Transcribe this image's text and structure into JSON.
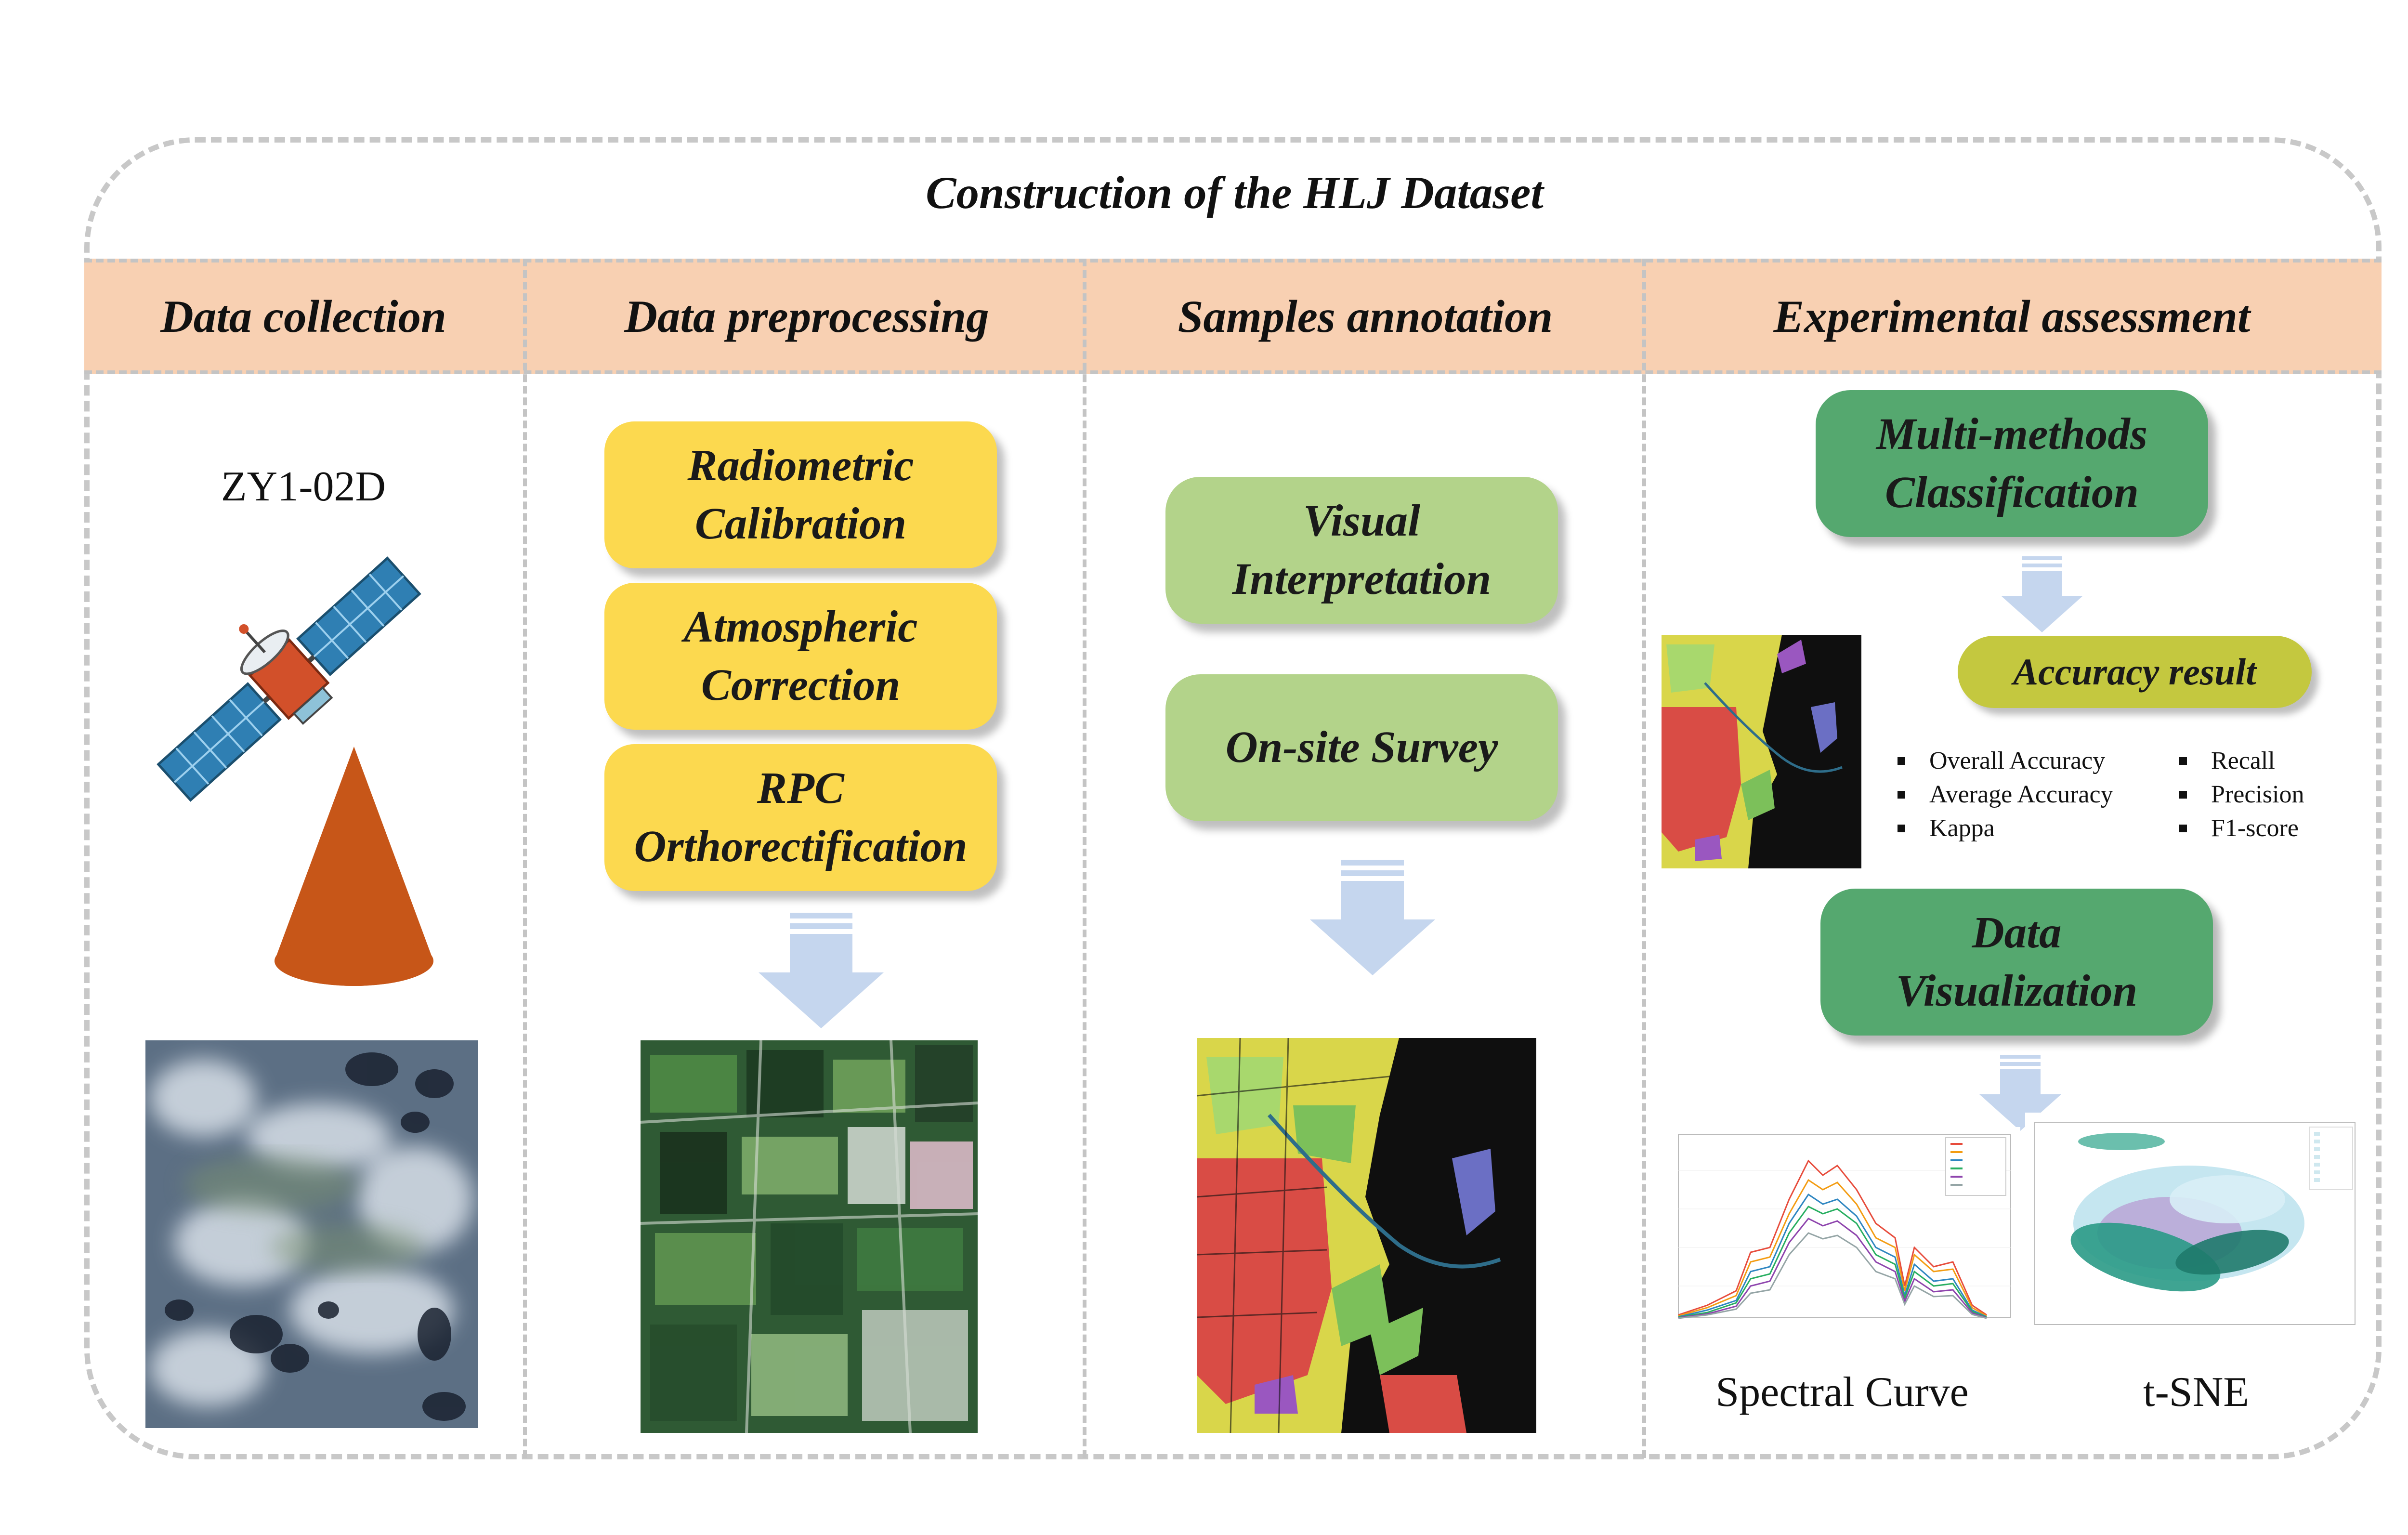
{
  "title": "Construction of the HLJ Dataset",
  "columns": {
    "c1": {
      "header": "Data collection",
      "satellite_label": "ZY1-02D"
    },
    "c2": {
      "header": "Data preprocessing",
      "steps": [
        "Radiometric\nCalibration",
        "Atmospheric\nCorrection",
        "RPC\nOrthorectification"
      ]
    },
    "c3": {
      "header": "Samples annotation",
      "steps": [
        "Visual\nInterpretation",
        "On-site Survey"
      ]
    },
    "c4": {
      "header": "Experimental assessment",
      "classification": "Multi-methods\nClassification",
      "accuracy": "Accuracy result",
      "metrics_left": [
        "Overall Accuracy",
        "Average Accuracy",
        "Kappa"
      ],
      "metrics_right": [
        "Recall",
        "Precision",
        "F1-score"
      ],
      "visualization": "Data\nVisualization",
      "plot_labels": [
        "Spectral Curve",
        "t-SNE"
      ]
    }
  },
  "colors": {
    "header_band": "#f8d0b2",
    "yellow_box": "#fcd94f",
    "light_green_box": "#b3d38a",
    "dark_green_box": "#55a86f",
    "olive_box": "#c4c83f",
    "arrow": "#c5d6ee",
    "cone": "#c75618"
  },
  "icons": [
    "satellite-icon",
    "sensor-cone-icon",
    "down-arrow-icon"
  ]
}
